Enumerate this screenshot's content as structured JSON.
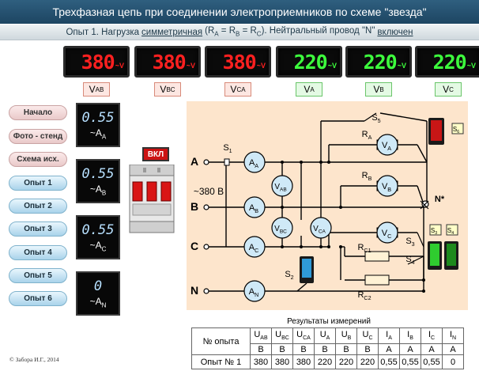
{
  "title": "Трехфазная цепь при соединении электроприемников по схеме \"звезда\"",
  "subtitle": {
    "part1": "Опыт 1.  Нагрузка",
    "underlined1": "симметричная",
    "part2": "(R",
    "eq": "A",
    "part3": "= R",
    "eq2": "B",
    "part4": "= R",
    "eq3": "C",
    "part5": "). Нейтральный провод \"N\"",
    "underlined2": "включен"
  },
  "meters": [
    {
      "value": "380",
      "unit": "~V",
      "color": "red",
      "label": "V",
      "sub": "AB"
    },
    {
      "value": "380",
      "unit": "~V",
      "color": "red",
      "label": "V",
      "sub": "BC"
    },
    {
      "value": "380",
      "unit": "~V",
      "color": "red",
      "label": "V",
      "sub": "CA"
    },
    {
      "value": "220",
      "unit": "~V",
      "color": "green",
      "label": "V",
      "sub": "A"
    },
    {
      "value": "220",
      "unit": "~V",
      "color": "green",
      "label": "V",
      "sub": "B"
    },
    {
      "value": "220",
      "unit": "~V",
      "color": "green",
      "label": "V",
      "sub": "C"
    }
  ],
  "nav": [
    {
      "label": "Начало",
      "style": "pink"
    },
    {
      "label": "Фото - стенд",
      "style": "pink"
    },
    {
      "label": "Схема исх.",
      "style": "pink"
    },
    {
      "label": "Опыт 1",
      "style": "blue"
    },
    {
      "label": "Опыт 2",
      "style": "blue"
    },
    {
      "label": "Опыт 3",
      "style": "blue"
    },
    {
      "label": "Опыт 4",
      "style": "blue"
    },
    {
      "label": "Опыт 5",
      "style": "blue"
    },
    {
      "label": "Опыт 6",
      "style": "blue"
    }
  ],
  "ammeters": [
    {
      "value": "0.55",
      "label": "~A",
      "sub": "A"
    },
    {
      "value": "0.55",
      "label": "~A",
      "sub": "B"
    },
    {
      "value": "0.55",
      "label": "~A",
      "sub": "C"
    },
    {
      "value": "0",
      "label": "~A",
      "sub": "N"
    }
  ],
  "breaker_label": "ВКЛ",
  "circuit": {
    "phase_a": "A",
    "phase_b": "B",
    "phase_c": "C",
    "neutral": "N",
    "supply": "~380 В",
    "s1": "S",
    "s1_sub": "1",
    "s2": "S",
    "s2_sub": "2",
    "s3": "S",
    "s3_sub": "3",
    "s4": "S",
    "s4_sub": "4",
    "s5": "S",
    "s5_sub": "5",
    "amm_a": "A",
    "amm_a_sub": "A",
    "amm_b": "A",
    "amm_b_sub": "B",
    "amm_c": "A",
    "amm_c_sub": "C",
    "amm_n": "A",
    "amm_n_sub": "N",
    "vab": "V",
    "vab_sub": "AB",
    "vbc": "V",
    "vbc_sub": "BC",
    "vca": "V",
    "vca_sub": "CA",
    "va": "V",
    "va_sub": "A",
    "vb": "V",
    "vb_sub": "B",
    "vc": "V",
    "vc_sub": "C",
    "ra": "R",
    "ra_sub": "A",
    "rb": "R",
    "rb_sub": "B",
    "rc1": "R",
    "rc1_sub": "C1",
    "rc2": "R",
    "rc2_sub": "C2",
    "nstar": "N*",
    "sw_s6": "S",
    "sw_s6_sub": "6",
    "sw_s3": "S",
    "sw_s3_sub": "3",
    "sw_s4": "S",
    "sw_s4_sub": "4"
  },
  "copyright": "© Забора И.Г., 2014",
  "results": {
    "caption": "Результаты измерений",
    "col_header": "№ опыта",
    "columns": [
      {
        "name": "U",
        "sub": "AB",
        "unit": "B"
      },
      {
        "name": "U",
        "sub": "BC",
        "unit": "B"
      },
      {
        "name": "U",
        "sub": "CA",
        "unit": "B"
      },
      {
        "name": "U",
        "sub": "A",
        "unit": "B"
      },
      {
        "name": "U",
        "sub": "B",
        "unit": "B"
      },
      {
        "name": "U",
        "sub": "C",
        "unit": "B"
      },
      {
        "name": "I",
        "sub": "A",
        "unit": "A"
      },
      {
        "name": "I",
        "sub": "B",
        "unit": "A"
      },
      {
        "name": "I",
        "sub": "C",
        "unit": "A"
      },
      {
        "name": "I",
        "sub": "N",
        "unit": "A"
      }
    ],
    "rows": [
      {
        "label": "Опыт № 1",
        "values": [
          "380",
          "380",
          "380",
          "220",
          "220",
          "220",
          "0,55",
          "0,55",
          "0,55",
          "0"
        ]
      }
    ]
  },
  "colors": {
    "panel": "#fde5cc",
    "wire": "#000000",
    "meter_fill": "#cfe9f7",
    "resistor_fill": "#fff2d5"
  }
}
